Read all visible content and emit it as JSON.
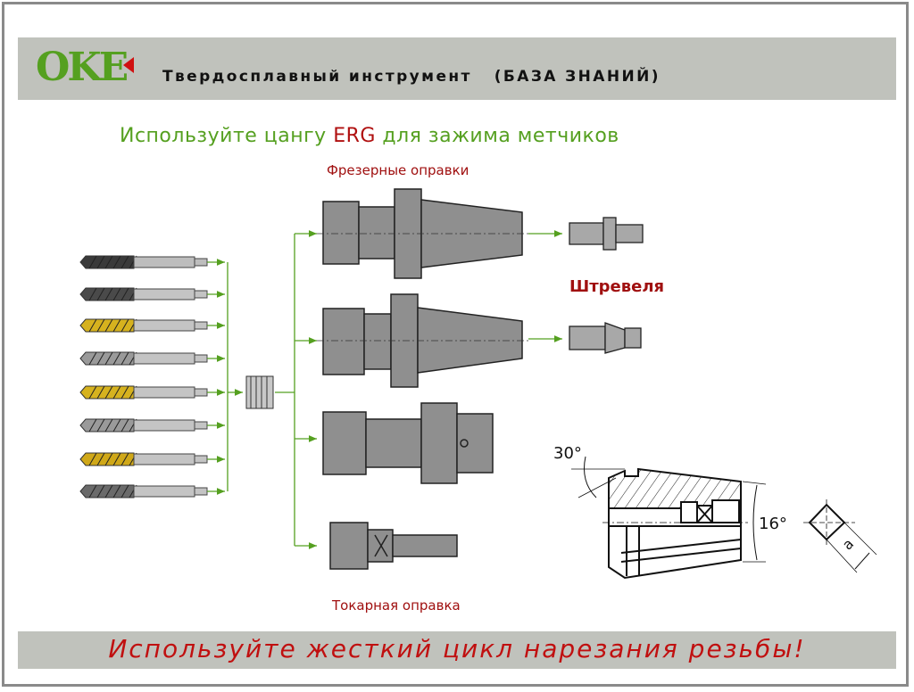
{
  "header": {
    "logo": "OKE",
    "title": "Твердосплавный инструмент   (БАЗА ЗНАНИЙ)"
  },
  "subtitle": {
    "part1": "Используйте цангу ",
    "highlight": "ERG",
    "part2": " для зажима метчиков"
  },
  "labels": {
    "milling_holders": "Фрезерные оправки",
    "pull_studs": "Штревеля",
    "turning_holder": "Токарная оправка"
  },
  "drawing": {
    "angle_top": "30°",
    "angle_side": "16°",
    "dimension": "a"
  },
  "footer": {
    "text": "Используйте жесткий цикл нарезания резьбы!"
  },
  "taps": [
    {
      "flute": "#3a3a3a",
      "shank": "#bdbdbd"
    },
    {
      "flute": "#4a4a4a",
      "shank": "#c4c4c4"
    },
    {
      "flute": "#d6b21e",
      "shank": "#c4c4c4"
    },
    {
      "flute": "#9a9a9a",
      "shank": "#c4c4c4"
    },
    {
      "flute": "#d6b21e",
      "shank": "#c4c4c4"
    },
    {
      "flute": "#9a9a9a",
      "shank": "#c4c4c4"
    },
    {
      "flute": "#d0a818",
      "shank": "#c4c4c4"
    },
    {
      "flute": "#6a6a6a",
      "shank": "#c4c4c4"
    }
  ],
  "colors": {
    "green": "#55a020",
    "red": "#b01010",
    "band": "#c0c2bc"
  }
}
